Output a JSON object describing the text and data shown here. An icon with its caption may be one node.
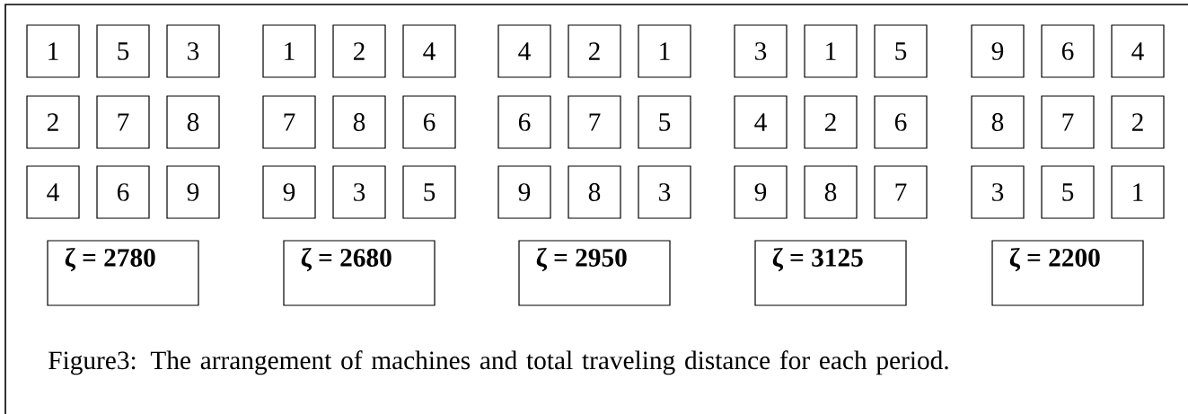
{
  "diagram": {
    "nodes": [
      {
        "text": [
          "1"
        ]
      },
      {
        "text": [
          "5"
        ]
      },
      {
        "text": [
          "3"
        ]
      },
      {
        "text": [
          "2"
        ]
      },
      {
        "text": [
          "7"
        ]
      },
      {
        "text": [
          "8"
        ]
      },
      {
        "text": [
          "4"
        ]
      },
      {
        "text": [
          "6"
        ]
      },
      {
        "text": [
          "9"
        ]
      },
      {
        "text": [
          "ζ = 2780"
        ]
      },
      {
        "text": [
          "1"
        ]
      },
      {
        "text": [
          "2"
        ]
      },
      {
        "text": [
          "4"
        ]
      },
      {
        "text": [
          "7"
        ]
      },
      {
        "text": [
          "8"
        ]
      },
      {
        "text": [
          "6"
        ]
      },
      {
        "text": [
          "9"
        ]
      },
      {
        "text": [
          "3"
        ]
      },
      {
        "text": [
          "5"
        ]
      },
      {
        "text": [
          "ζ = 2680"
        ]
      },
      {
        "text": [
          "4"
        ]
      },
      {
        "text": [
          "2"
        ]
      },
      {
        "text": [
          "1"
        ]
      },
      {
        "text": [
          "6"
        ]
      },
      {
        "text": [
          "7"
        ]
      },
      {
        "text": [
          "5"
        ]
      },
      {
        "text": [
          "9"
        ]
      },
      {
        "text": [
          "8"
        ]
      },
      {
        "text": [
          "3"
        ]
      },
      {
        "text": [
          "ζ = 2950"
        ]
      },
      {
        "text": [
          "3"
        ]
      },
      {
        "text": [
          "1"
        ]
      },
      {
        "text": [
          "5"
        ]
      },
      {
        "text": [
          "4"
        ]
      },
      {
        "text": [
          "2"
        ]
      },
      {
        "text": [
          "6"
        ]
      },
      {
        "text": [
          "9"
        ]
      },
      {
        "text": [
          "8"
        ]
      },
      {
        "text": [
          "7"
        ]
      },
      {
        "text": [
          "ζ = 3125"
        ]
      },
      {
        "text": [
          "9"
        ]
      },
      {
        "text": [
          "6"
        ]
      },
      {
        "text": [
          "4"
        ]
      },
      {
        "text": [
          "8"
        ]
      },
      {
        "text": [
          "7"
        ]
      },
      {
        "text": [
          "2"
        ]
      },
      {
        "text": [
          "3"
        ]
      },
      {
        "text": [
          "5"
        ]
      },
      {
        "text": [
          "1"
        ]
      },
      {
        "text": [
          "ζ = 2200"
        ]
      }
    ],
    "caption": "Figure3: The arrangement of machines and total traveling distance for each period."
  }
}
